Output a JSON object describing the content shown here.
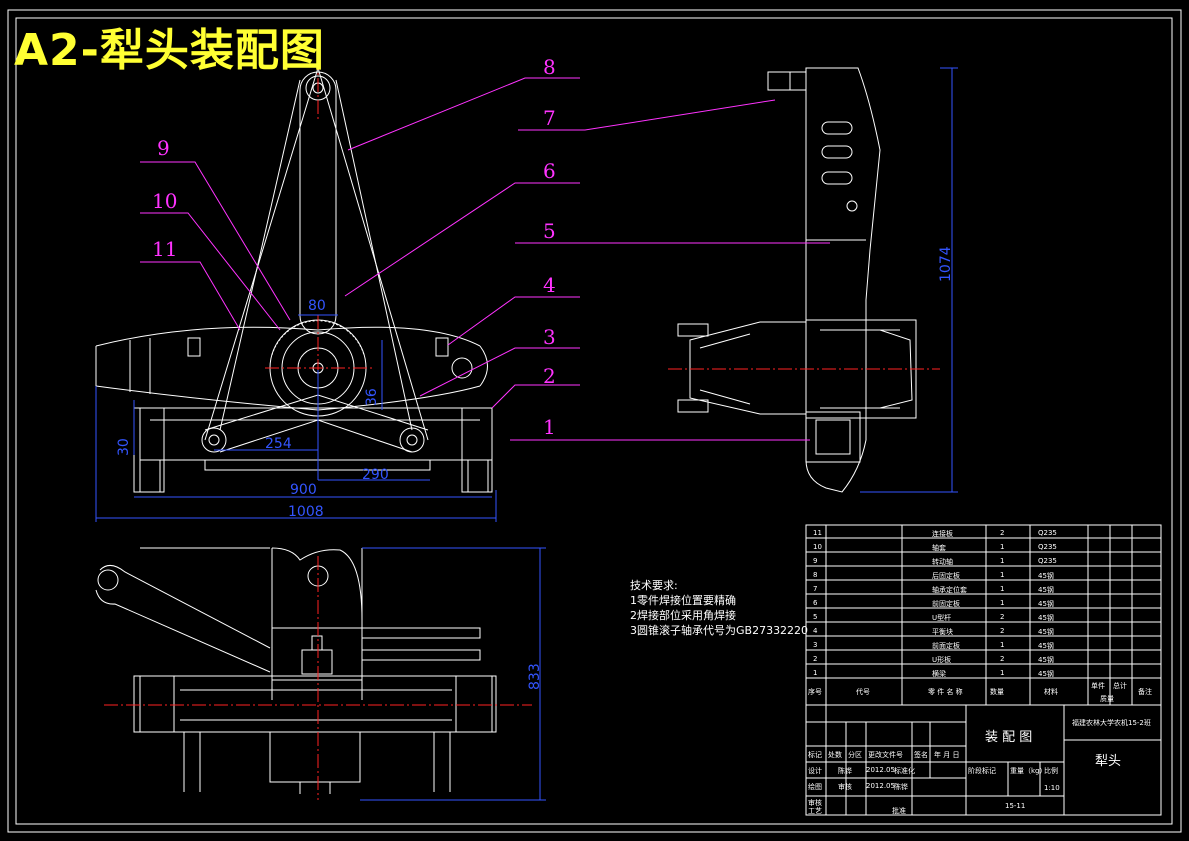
{
  "title": "A2-犁头装配图",
  "callouts": [
    "1",
    "2",
    "3",
    "4",
    "5",
    "6",
    "7",
    "8",
    "9",
    "10",
    "11"
  ],
  "dimensions": {
    "d80": "80",
    "d36": "36",
    "d254": "254",
    "d290": "290",
    "d900": "900",
    "d1008": "1008",
    "d30": "30",
    "d1074": "1074",
    "d833": "833"
  },
  "notes": {
    "heading": "技术要求:",
    "line1": "1零件焊接位置要精确",
    "line2": "2焊接部位采用角焊接",
    "line3": "3圆锥滚子轴承代号为GB27332220"
  },
  "table": {
    "header": {
      "no": "序号",
      "code": "代号",
      "name": "零 件 名 称",
      "qty": "数量",
      "material": "材料",
      "weight_single": "单件",
      "weight_total": "总计",
      "weight": "质量",
      "remark": "备注"
    },
    "rows": [
      {
        "no": "11",
        "name": "连接板",
        "qty": "2",
        "material": "Q235"
      },
      {
        "no": "10",
        "name": "轴套",
        "qty": "1",
        "material": "Q235"
      },
      {
        "no": "9",
        "name": "转动轴",
        "qty": "1",
        "material": "Q235"
      },
      {
        "no": "8",
        "name": "后固定板",
        "qty": "1",
        "material": "45钢"
      },
      {
        "no": "7",
        "name": "轴承定位套",
        "qty": "1",
        "material": "45钢"
      },
      {
        "no": "6",
        "name": "前固定板",
        "qty": "1",
        "material": "45钢"
      },
      {
        "no": "5",
        "name": "U型杆",
        "qty": "2",
        "material": "45钢"
      },
      {
        "no": "4",
        "name": "平衡块",
        "qty": "2",
        "material": "45钢"
      },
      {
        "no": "3",
        "name": "前面定板",
        "qty": "1",
        "material": "45钢"
      },
      {
        "no": "2",
        "name": "U形板",
        "qty": "2",
        "material": "45钢"
      },
      {
        "no": "1",
        "name": "横梁",
        "qty": "1",
        "material": "45钢"
      }
    ],
    "title_block": {
      "assembly": "装 配 图",
      "school": "福建农林大学农机15-2班",
      "part": "犁头",
      "mark": "标记",
      "count": "处数",
      "zone": "分区",
      "change_doc": "更改文件号",
      "sign": "签名",
      "date": "年 月 日",
      "design": "设计",
      "designer": "陈铧",
      "design_date": "2012.05",
      "standard": "标准化",
      "drafting": "绘图",
      "reviewer": "审核",
      "process": "工艺",
      "approve": "批准",
      "stage": "阶段标记",
      "mass": "重量（kg）",
      "ratio_label": "比例",
      "ratio": "1:10",
      "sheet": "15-11",
      "check": "审核",
      "drafter": "陈铧",
      "draft_date": "2012.05"
    }
  },
  "colors": {
    "line": "#ffffff",
    "leader": "#ff33ff",
    "dimension": "#3355ff",
    "center": "#ff2222",
    "title": "#ffff33"
  }
}
